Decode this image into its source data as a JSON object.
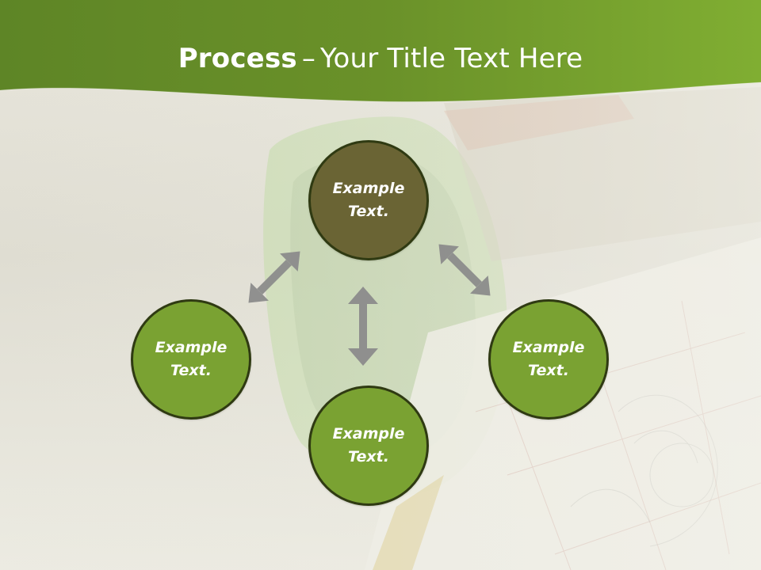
{
  "slide": {
    "title_bold": "Process",
    "title_separator": "–",
    "title_rest": "Your Title Text Here"
  },
  "nodes": [
    {
      "id": "top",
      "label": "Example Text.",
      "fill": "#6a6434"
    },
    {
      "id": "left",
      "label": "Example Text.",
      "fill": "#7aa232"
    },
    {
      "id": "right",
      "label": "Example Text.",
      "fill": "#7aa232"
    },
    {
      "id": "bottom",
      "label": "Example Text.",
      "fill": "#7aa232"
    }
  ],
  "colors": {
    "header_green": "#6f9a2c",
    "node_border": "#2f3a12",
    "arrow_gray": "#8c8c8c"
  }
}
